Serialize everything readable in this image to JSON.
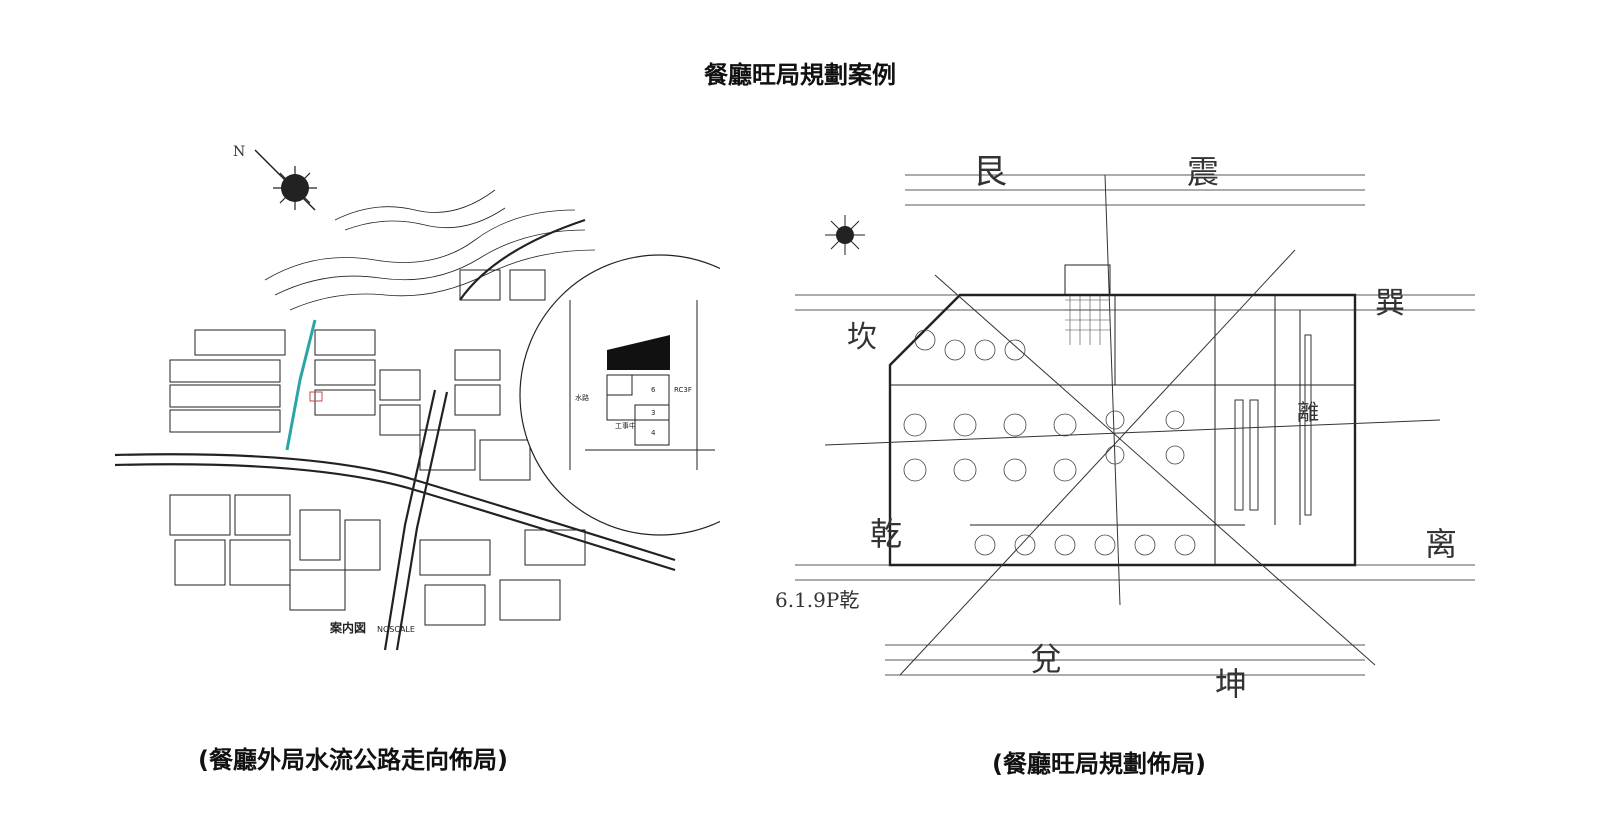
{
  "page": {
    "title": "餐廳旺局規劃案例"
  },
  "left_diagram": {
    "caption": "(餐廳外局水流公路走向佈局)",
    "north_mark": "N",
    "map_label": "案内図",
    "map_label_sub": "NOSCALE",
    "inset_labels": {
      "col_a": "水路",
      "cell_a": "6",
      "cell_b": "3",
      "cell_c": "4",
      "cell_d": "RC3F",
      "cell_e": "工事中"
    }
  },
  "right_diagram": {
    "caption": "(餐廳旺局規劃佈局)",
    "handwritten": {
      "top_left": "艮",
      "top_center": "震",
      "right_top": "巽",
      "left_mid": "坎",
      "left_low": "乾",
      "bottom_center": "兌",
      "bottom_right": "坤",
      "right_low": "离",
      "right_mid": "離",
      "date_note": "6.1.9P乾"
    }
  }
}
